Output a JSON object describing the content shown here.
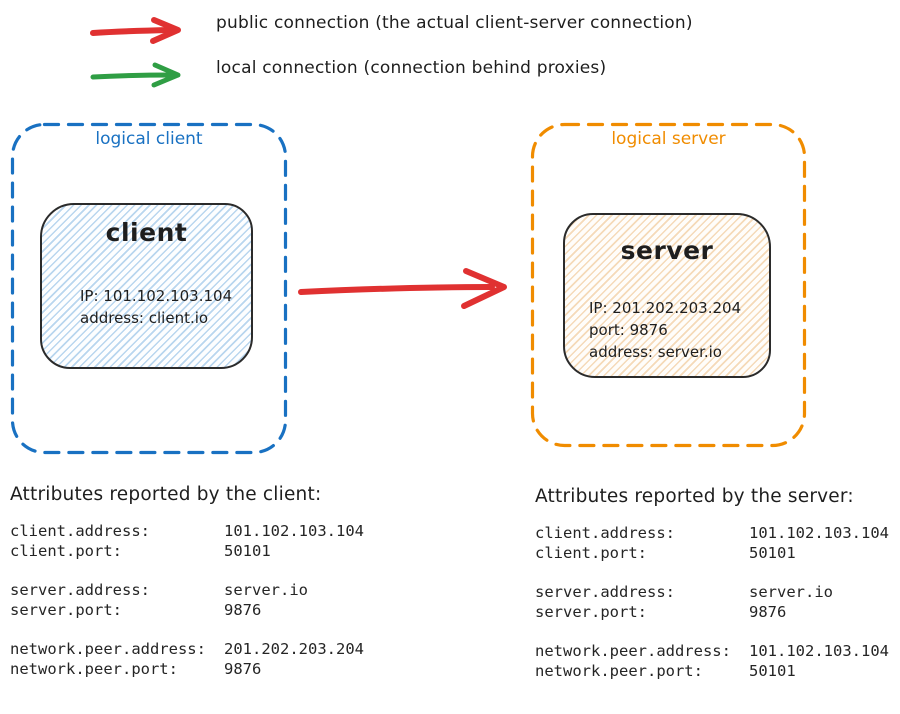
{
  "legend": {
    "items": [
      {
        "name": "public-connection",
        "color": "#e03131",
        "label": "public connection (the actual client-server connection)"
      },
      {
        "name": "local-connection",
        "color": "#2f9e44",
        "label": "local connection (connection behind proxies)"
      }
    ]
  },
  "diagram": {
    "colors": {
      "public_arrow": "#e03131",
      "local_arrow": "#2f9e44",
      "logical_client_border": "#1971c2",
      "logical_server_border": "#f08c00",
      "client_node_fill": "#a5d8ff",
      "server_node_fill": "#ffd8a8",
      "ink": "#1e1e1e"
    },
    "logical_client": {
      "label": "logical client",
      "node": {
        "title": "client",
        "lines": [
          "IP: 101.102.103.104",
          "address: client.io"
        ]
      }
    },
    "logical_server": {
      "label": "logical server",
      "node": {
        "title": "server",
        "lines": [
          "IP: 201.202.203.204",
          "port: 9876",
          "address: server.io"
        ]
      }
    }
  },
  "attributes": {
    "client": {
      "heading": "Attributes reported by the client:",
      "groups": [
        [
          {
            "key": "client.address:",
            "value": "101.102.103.104"
          },
          {
            "key": "client.port:",
            "value": "50101"
          }
        ],
        [
          {
            "key": "server.address:",
            "value": "server.io"
          },
          {
            "key": "server.port:",
            "value": "9876"
          }
        ],
        [
          {
            "key": "network.peer.address:",
            "value": "201.202.203.204"
          },
          {
            "key": "network.peer.port:",
            "value": "9876"
          }
        ]
      ]
    },
    "server": {
      "heading": "Attributes reported by the server:",
      "groups": [
        [
          {
            "key": "client.address:",
            "value": "101.102.103.104"
          },
          {
            "key": "client.port:",
            "value": "50101"
          }
        ],
        [
          {
            "key": "server.address:",
            "value": "server.io"
          },
          {
            "key": "server.port:",
            "value": "9876"
          }
        ],
        [
          {
            "key": "network.peer.address:",
            "value": "101.102.103.104"
          },
          {
            "key": "network.peer.port:",
            "value": "50101"
          }
        ]
      ]
    }
  }
}
